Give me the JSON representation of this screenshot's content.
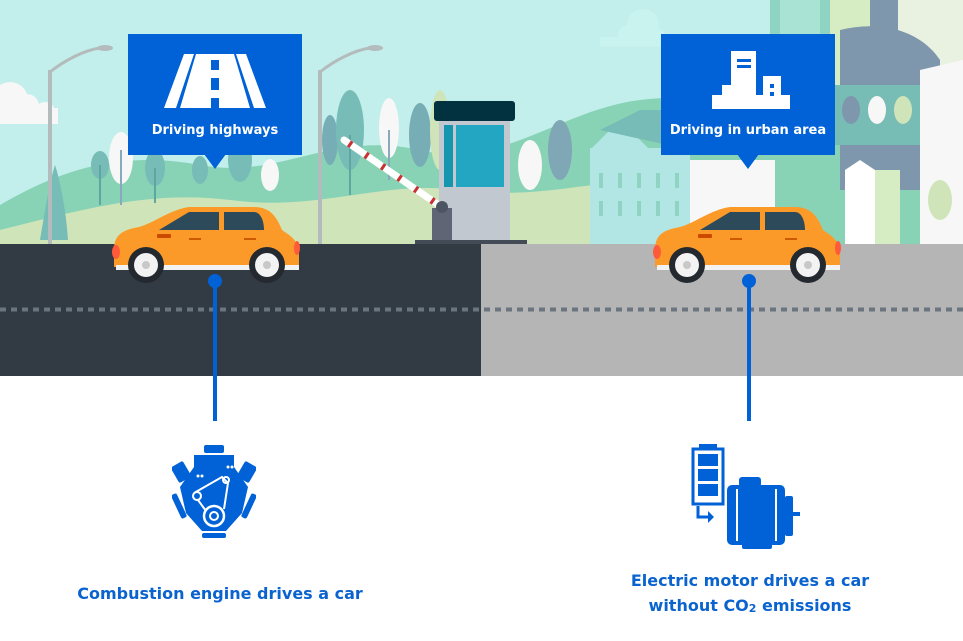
{
  "colors": {
    "accent_blue": "#0062d6",
    "caption_blue": "#0a63cf",
    "sky": "#c2efeb",
    "highway_road": "#323a43",
    "urban_road": "#b5b5b5",
    "car_orange": "#fb9a28",
    "lane_marking": "#6b7580"
  },
  "callouts": [
    {
      "id": "highway",
      "icon": "highway-road-icon",
      "label": "Driving highways"
    },
    {
      "id": "urban",
      "icon": "city-buildings-icon",
      "label": "Driving in urban area"
    }
  ],
  "captions": {
    "combustion": {
      "icon": "combustion-engine-icon",
      "text": "Combustion engine drives a car"
    },
    "electric": {
      "icon": "battery-electric-motor-icon",
      "line1": "Electric motor drives a car",
      "line2_prefix": "without CO",
      "line2_sub": "2",
      "line2_suffix": " emissions"
    }
  }
}
